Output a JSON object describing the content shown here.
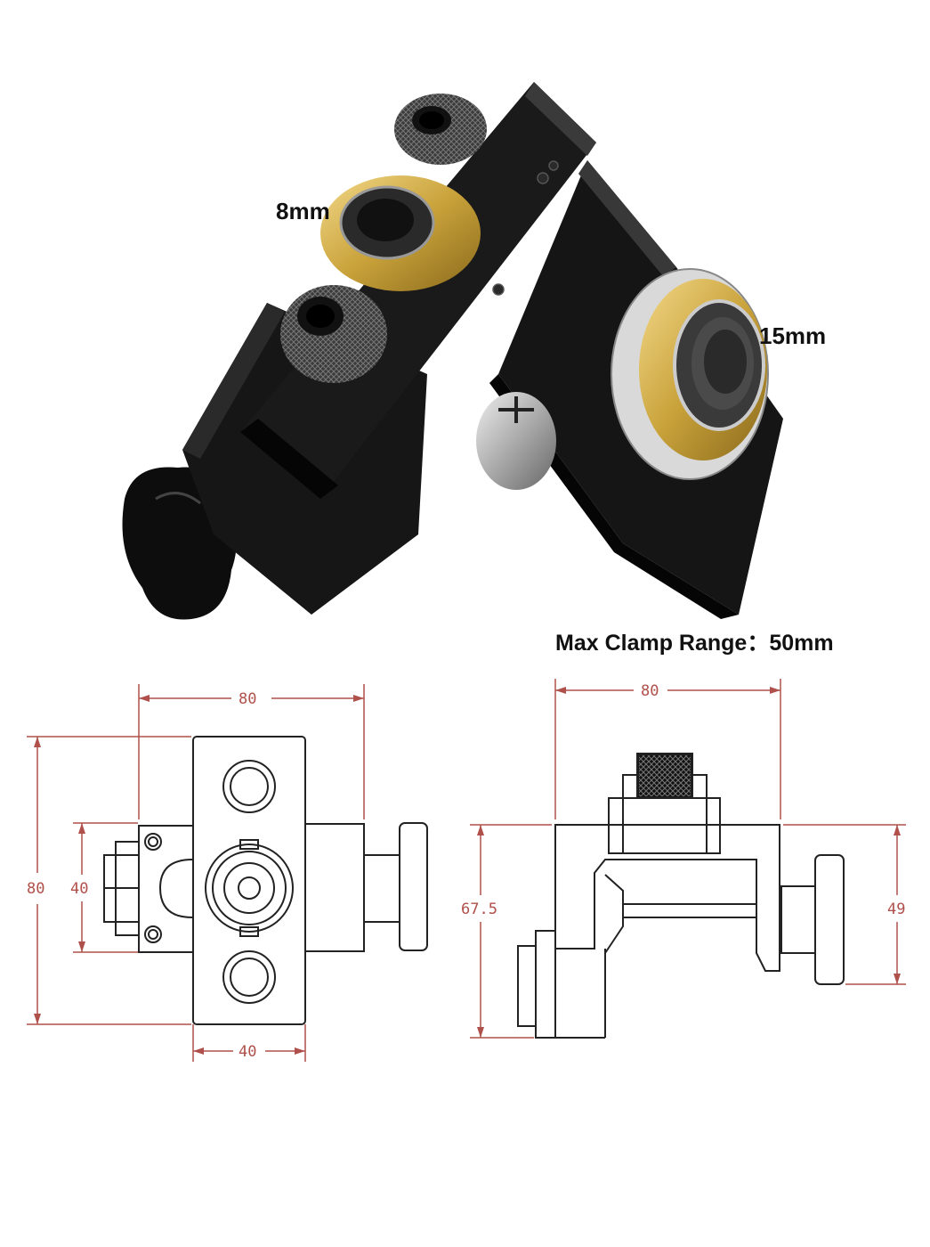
{
  "photo": {
    "labels": {
      "small_bushing": "8mm",
      "large_bushing": "15mm",
      "clamp_range": "Max Clamp Range：50mm"
    }
  },
  "drawing_top": {
    "width_top": "80",
    "height_left": "80",
    "height_inner": "40",
    "width_bottom": "40"
  },
  "drawing_side": {
    "width_top": "80",
    "height_left": "67.5",
    "height_right": "49"
  },
  "colors": {
    "dimension": "#b0504a",
    "outline": "#222222",
    "brass": "#c9a23a",
    "body": "#141414"
  }
}
